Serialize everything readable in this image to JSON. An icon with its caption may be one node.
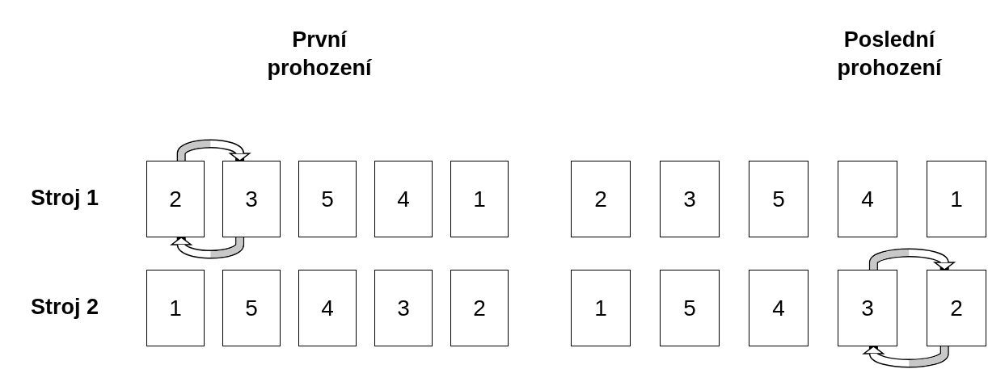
{
  "diagram": {
    "nodes": [
      {
        "text": [
          "2"
        ]
      },
      {
        "text": [
          "3"
        ]
      },
      {
        "text": [
          "5"
        ]
      },
      {
        "text": [
          "4"
        ]
      },
      {
        "text": [
          "1"
        ]
      },
      {
        "text": [
          "2"
        ]
      },
      {
        "text": [
          "3"
        ]
      },
      {
        "text": [
          "5"
        ]
      },
      {
        "text": [
          "4"
        ]
      },
      {
        "text": [
          "1"
        ]
      },
      {
        "text": [
          "1"
        ]
      },
      {
        "text": [
          "5"
        ]
      },
      {
        "text": [
          "4"
        ]
      },
      {
        "text": [
          "3"
        ]
      },
      {
        "text": [
          "2"
        ]
      },
      {
        "text": [
          "1"
        ]
      },
      {
        "text": [
          "5"
        ]
      },
      {
        "text": [
          "4"
        ]
      },
      {
        "text": [
          "3"
        ]
      },
      {
        "text": [
          "2"
        ]
      }
    ],
    "edges": [
      {
        "from": 0,
        "to": 1,
        "arrow": "to"
      },
      {
        "from": 1,
        "to": 0,
        "arrow": "to"
      },
      {
        "from": 18,
        "to": 19,
        "arrow": "to"
      },
      {
        "from": 19,
        "to": 18,
        "arrow": "to"
      }
    ],
    "labels": [
      "První prohození",
      "Poslední prohození",
      "Stroj 1",
      "Stroj 2"
    ]
  }
}
